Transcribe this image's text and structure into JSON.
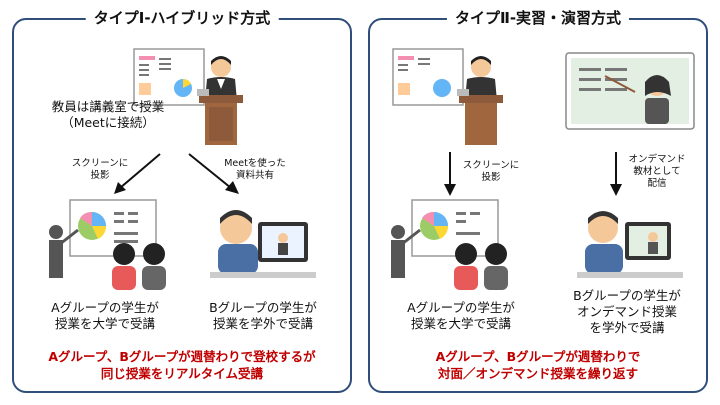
{
  "left_panel": {
    "title": "タイプⅠ-ハイブリッド方式",
    "teacher_caption_line1": "教員は講義室で授業",
    "teacher_caption_line2": "（Meetに接続）",
    "arrow_left_label_line1": "スクリーンに",
    "arrow_left_label_line2": "投影",
    "arrow_right_label_line1": "Meetを使った",
    "arrow_right_label_line2": "資料共有",
    "group_a_line1": "Aグループの学生が",
    "group_a_line2": "授業を大学で受講",
    "group_b_line1": "Bグループの学生が",
    "group_b_line2": "授業を学外で受講",
    "summary_line1": "Aグループ、Bグループが週替わりで登校するが",
    "summary_line2": "同じ授業をリアルタイム受講"
  },
  "right_panel": {
    "title": "タイプⅡ-実習・演習方式",
    "arrow_left_label_line1": "スクリーンに",
    "arrow_left_label_line2": "投影",
    "arrow_right_label_line1": "オンデマンド",
    "arrow_right_label_line2": "教材として",
    "arrow_right_label_line3": "配信",
    "group_a_line1": "Aグループの学生が",
    "group_a_line2": "授業を大学で受講",
    "group_b_line1": "Bグループの学生が",
    "group_b_line2": "オンデマンド授業",
    "group_b_line3": "を学外で受講",
    "summary_line1": "Aグループ、Bグループが週替わりで",
    "summary_line2": "対面／オンデマンド授業を繰り返す"
  },
  "colors": {
    "border": "#2f4f7a",
    "highlight": "#c00000",
    "arrow": "#111111"
  },
  "icons": [
    "whiteboard-icon",
    "teacher-at-podium-icon",
    "projection-screen-icon",
    "student-icon",
    "laptop-student-icon",
    "video-lecture-icon",
    "tablet-student-icon"
  ]
}
